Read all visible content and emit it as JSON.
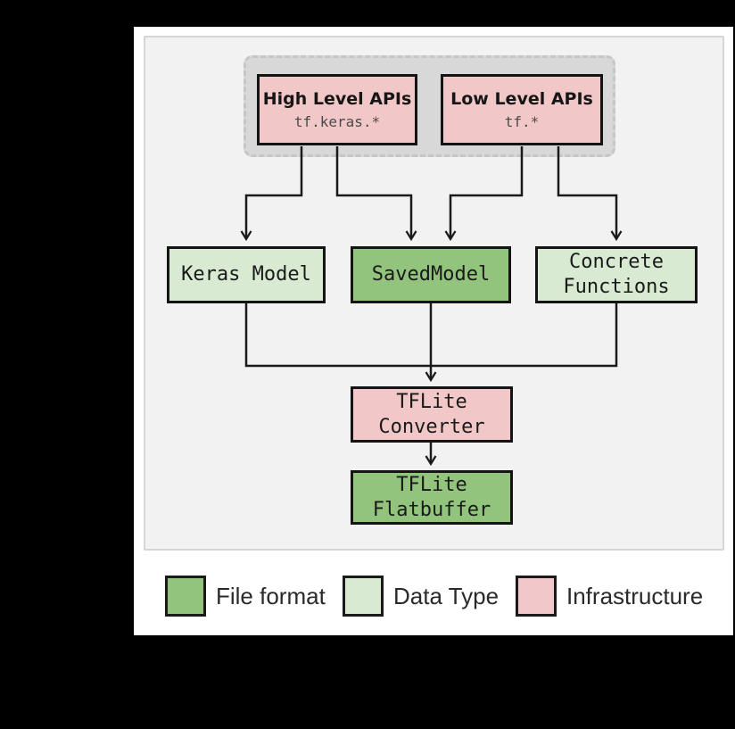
{
  "diagram": {
    "nodes": {
      "high_level_apis": {
        "title": "High Level APIs",
        "code": "tf.keras.*",
        "type": "infrastructure"
      },
      "low_level_apis": {
        "title": "Low Level APIs",
        "code": "tf.*",
        "type": "infrastructure"
      },
      "keras_model": {
        "label": "Keras Model",
        "type": "data_type"
      },
      "saved_model": {
        "label": "SavedModel",
        "type": "file_format"
      },
      "concrete_functions": {
        "line1": "Concrete",
        "line2": "Functions",
        "type": "data_type"
      },
      "tflite_converter": {
        "line1": "TFLite",
        "line2": "Converter",
        "type": "infrastructure"
      },
      "tflite_flatbuffer": {
        "line1": "TFLite",
        "line2": "Flatbuffer",
        "type": "file_format"
      }
    },
    "colors": {
      "file_format": "#93c47d",
      "data_type": "#d9ead3",
      "infrastructure": "#f2c7c7",
      "panel_bg": "#f2f2f2",
      "group_bg": "#d8d8d8",
      "connector": "#1a1a1a",
      "page_bg": "#000000",
      "card_bg": "#ffffff"
    },
    "legend": [
      {
        "label": "File format",
        "color": "#93c47d"
      },
      {
        "label": "Data Type",
        "color": "#d9ead3"
      },
      {
        "label": "Infrastructure",
        "color": "#f2c7c9"
      }
    ]
  }
}
